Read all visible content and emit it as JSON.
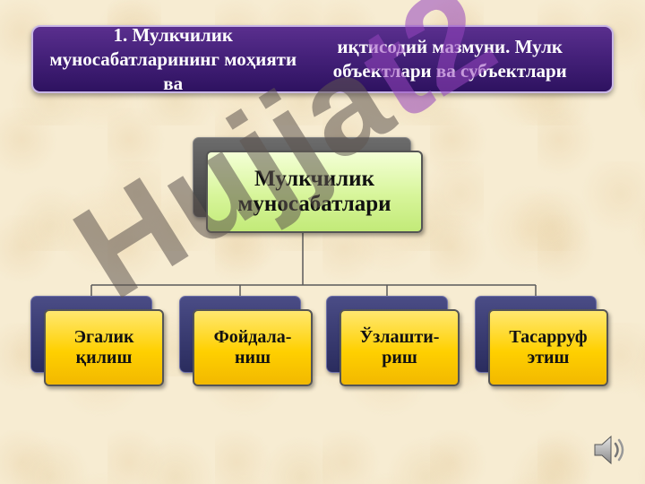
{
  "title": {
    "line1": "1. Мулкчилик муносабатларининг моҳияти ва",
    "line2": "иқтисодий мазмуни. Мулк объектлари ва субъектлари"
  },
  "watermark": {
    "part1": "Hujja",
    "part2": "t2"
  },
  "diagram": {
    "root": {
      "line1": "Мулкчилик",
      "line2": "муносабатлари"
    },
    "children": [
      {
        "line1": "Эгалик",
        "line2": "қилиш"
      },
      {
        "line1": "Фойдала-",
        "line2": "ниш"
      },
      {
        "line1": "Ўзлашти-",
        "line2": "риш"
      },
      {
        "line1": "Тасарруф",
        "line2": "этиш"
      }
    ]
  },
  "colors": {
    "banner": "#45217a",
    "root_fill": "#d7f59a",
    "child_fill": "#ffd000",
    "back_fill": "#2a2c5e"
  },
  "icons": {
    "audio": "speaker-icon"
  }
}
